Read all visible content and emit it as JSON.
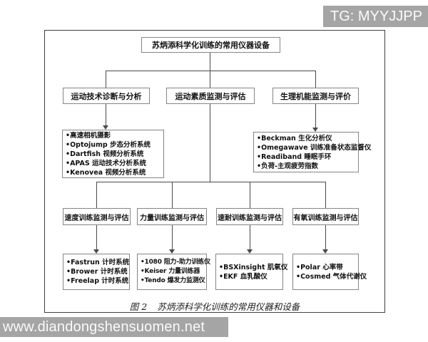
{
  "watermarks": {
    "telegram": "TG: MYYJJPP",
    "website": "www.diandongshensuomen.net"
  },
  "figure": {
    "title": "苏炳添科学化训练的常用仪器设备",
    "caption_label": "图 2",
    "caption_text": "苏炳添科学化训练的常用仪器和设备"
  },
  "branches": [
    {
      "label": "运动技术诊断与分析",
      "equipment": [
        "高速相机摄影",
        "Optojump 步态分析系统",
        "Dartfish 视频分析系统",
        "APAS 运动技术分析系统",
        "Kenovea 视频分析系统"
      ]
    },
    {
      "label": "运动素质监测与评估",
      "sub_branches": [
        {
          "label": "速度训练监测与评估",
          "equipment": [
            "Fastrun 计时系统",
            "Brower 计时系统",
            "Freelap 计时系统"
          ]
        },
        {
          "label": "力量训练监测与评估",
          "equipment": [
            "1080 阻力-助力训练仪",
            "Keiser 力量训练器",
            "Tendo 爆发力监测仪"
          ]
        },
        {
          "label": "速耐训练监测与评估",
          "equipment": [
            "BSXinsight 肌氧仪",
            "EKF 血乳酸仪"
          ]
        },
        {
          "label": "有氧训练监测与评估",
          "equipment": [
            "Polar 心率带",
            "Cosmed 气体代谢仪"
          ]
        }
      ]
    },
    {
      "label": "生理机能监测与评价",
      "equipment": [
        "Beckman 生化分析仪",
        "Omegawave 训练准备状态监督仪",
        "Readiband 睡眠手环",
        "负荷-主观疲劳指数"
      ]
    }
  ],
  "colors": {
    "line": "#4a4a4a",
    "frame": "#3f3f3f",
    "box_border": "#858585",
    "text": "#111111",
    "watermark_bg": "#a5a5a5",
    "watermark_text": "#fafafa"
  }
}
